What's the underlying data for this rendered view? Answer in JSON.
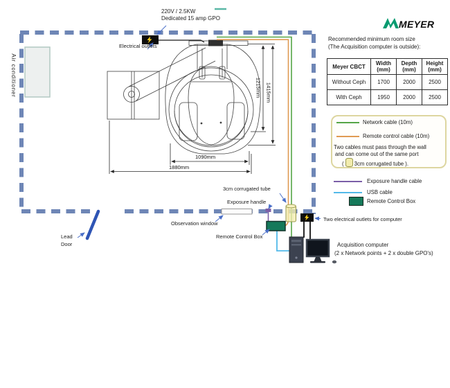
{
  "logo": {
    "text": "MEYER"
  },
  "top": {
    "power_l1": "220V / 2.5KW",
    "power_l2": "Dedicated 15 amp GPO",
    "electrical_outlets": "Electrical outlets"
  },
  "room": {
    "air_conditioner": "Air conditioner",
    "door_l1": "Lead",
    "door_l2": "Door",
    "observation_window": "Observation window",
    "remote_control_box": "Remote Control Box",
    "exposure_handle": "Exposure handle",
    "corrugated_tube": "3cm corrugated tube",
    "outlets_for_computer": "Two electrical outlets for computer",
    "acquisition_l1": "Acquisition computer",
    "acquisition_l2": "(2 x Network points + 2 x double GPO's)"
  },
  "dimensions": {
    "inner_width": "1090mm",
    "outer_width": "1880mm",
    "inner_height": "1215mm",
    "outer_height": "1415mm"
  },
  "size_table": {
    "title_l1": "Recommended minimum room size",
    "title_l2": "(The Acquisition computer is outside):",
    "headers": [
      "Meyer CBCT",
      "Width (mm)",
      "Depth (mm)",
      "Height (mm)"
    ],
    "rows": [
      [
        "Without Ceph",
        "1700",
        "2000",
        "2500"
      ],
      [
        "With Ceph",
        "1950",
        "2000",
        "2500"
      ]
    ]
  },
  "legend": {
    "network": "Network cable (10m)",
    "remote": "Remote control cable (10m)",
    "note_l1": "Two cables must pass through the wall",
    "note_l2": "and can come out of the same port",
    "note_l3_prefix": "(",
    "note_l3": "3cm corrugated tube ).",
    "exposure_cable": "Exposure handle cable",
    "usb_cable": "USB cable",
    "remote_box": "Remote Control Box"
  },
  "colors": {
    "wall": "#6e86b6",
    "network_cable": "#55a546",
    "remote_cable": "#e09a52",
    "exposure_cable": "#7b5ea7",
    "usb_cable": "#52b9e9",
    "remote_box": "#15795a",
    "door": "#2f55b5",
    "logo_green": "#089b70"
  }
}
